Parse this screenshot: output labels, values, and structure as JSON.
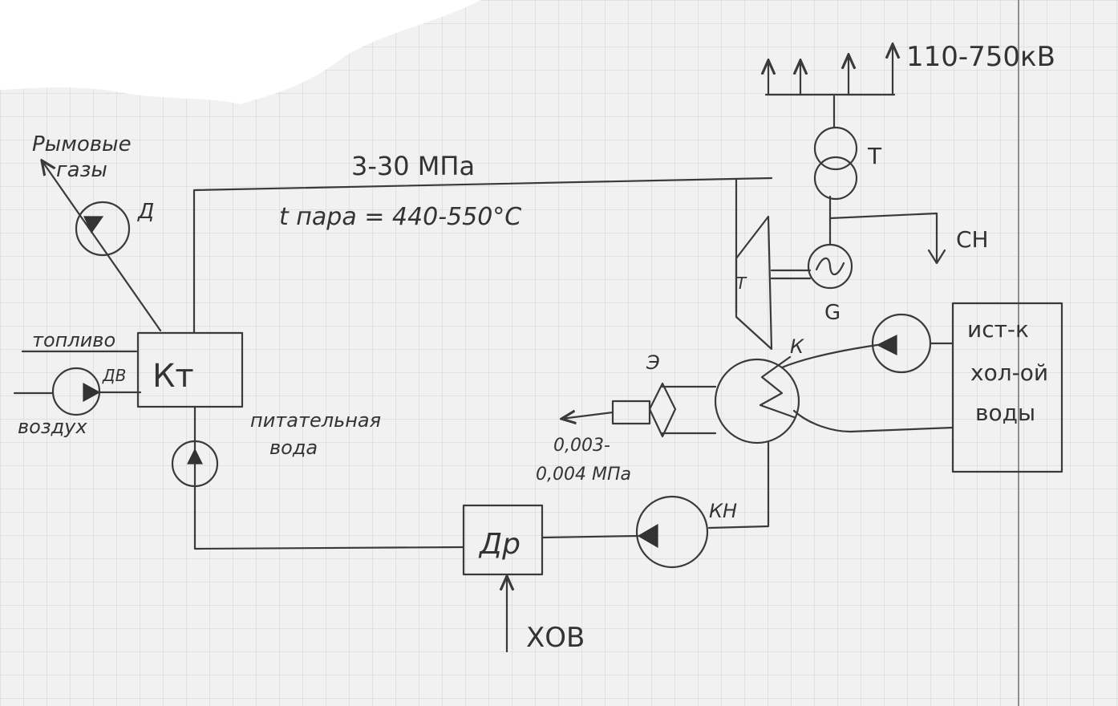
{
  "colors": {
    "paper": "#f1f1f1",
    "grid": "#cfd1d4",
    "ink": "#3a3a3a",
    "margin_line": "#8d8f92"
  },
  "labels": {
    "flue_gases_line1": "Рымовые",
    "flue_gases_line2": "газы",
    "smoke_exhauster": "Д",
    "fuel": "топливо",
    "blower": "ДВ",
    "air": "воздух",
    "boiler": "Кт",
    "pressure": "3-30 МПа",
    "steam_temp": "t пара = 440-550°С",
    "feed_water_line1": "питательная",
    "feed_water_line2": "вода",
    "turbine": "Т",
    "transformer": "Т",
    "voltage": "110-750кВ",
    "own_needs": "СН",
    "generator": "G",
    "condenser": "К",
    "ejector": "Э",
    "vacuum_line1": "0,003-",
    "vacuum_line2": "0,004 МПа",
    "cooling_source_line1": "ист-к",
    "cooling_source_line2": "хол-ой",
    "cooling_source_line3": "воды",
    "deaerator": "Др",
    "condensate_pump": "КН",
    "chem_water": "ХОВ"
  }
}
